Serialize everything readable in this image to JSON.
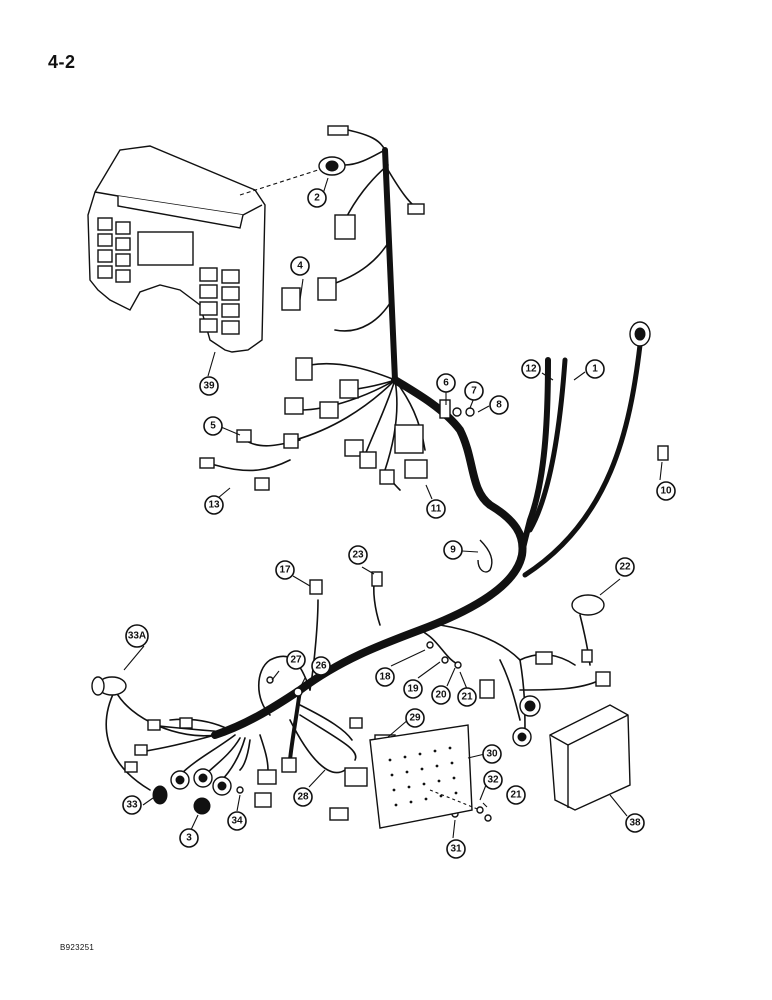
{
  "header": {
    "page_number": "4-2"
  },
  "footer": {
    "drawing_code": "B923251"
  },
  "callouts": [
    {
      "id": "c1",
      "label": "1"
    },
    {
      "id": "c2",
      "label": "2"
    },
    {
      "id": "c3",
      "label": "3"
    },
    {
      "id": "c4",
      "label": "4"
    },
    {
      "id": "c5",
      "label": "5"
    },
    {
      "id": "c6",
      "label": "6"
    },
    {
      "id": "c7",
      "label": "7"
    },
    {
      "id": "c8",
      "label": "8"
    },
    {
      "id": "c9",
      "label": "9"
    },
    {
      "id": "c10",
      "label": "10"
    },
    {
      "id": "c11",
      "label": "11"
    },
    {
      "id": "c12",
      "label": "12"
    },
    {
      "id": "c13",
      "label": "13"
    },
    {
      "id": "c17",
      "label": "17"
    },
    {
      "id": "c18",
      "label": "18"
    },
    {
      "id": "c19",
      "label": "19"
    },
    {
      "id": "c20",
      "label": "20"
    },
    {
      "id": "c21a",
      "label": "21"
    },
    {
      "id": "c21b",
      "label": "21"
    },
    {
      "id": "c22",
      "label": "22"
    },
    {
      "id": "c23",
      "label": "23"
    },
    {
      "id": "c26",
      "label": "26"
    },
    {
      "id": "c27",
      "label": "27"
    },
    {
      "id": "c28",
      "label": "28"
    },
    {
      "id": "c29",
      "label": "29"
    },
    {
      "id": "c30",
      "label": "30"
    },
    {
      "id": "c31",
      "label": "31"
    },
    {
      "id": "c32",
      "label": "32"
    },
    {
      "id": "c33",
      "label": "33"
    },
    {
      "id": "c33a",
      "label": "33A"
    },
    {
      "id": "c34",
      "label": "34"
    },
    {
      "id": "c38",
      "label": "38"
    },
    {
      "id": "c39",
      "label": "39"
    }
  ]
}
